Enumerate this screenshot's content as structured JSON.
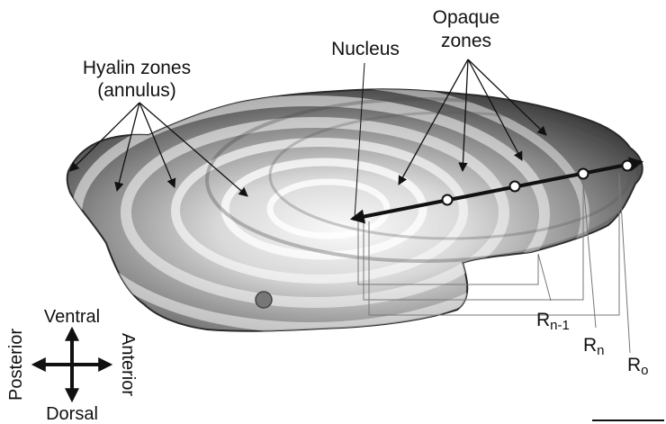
{
  "labels": {
    "hyalin_line1": "Hyalin zones",
    "hyalin_line2": "(annulus)",
    "nucleus": "Nucleus",
    "opaque_line1": "Opaque",
    "opaque_line2": "zones",
    "r_prev_main": "R",
    "r_prev_sub": "n-1",
    "r_n_main": "R",
    "r_n_sub": "n",
    "r_o_main": "R",
    "r_o_sub": "o"
  },
  "orientation": {
    "top": "Ventral",
    "bottom": "Dorsal",
    "left": "Posterior",
    "right": "Anterior"
  },
  "colors": {
    "background": "#ffffff",
    "ink": "#111111",
    "otolith_dark": "#3a3a3a",
    "otolith_light": "#f2f2f2",
    "leader_line": "#777777"
  }
}
